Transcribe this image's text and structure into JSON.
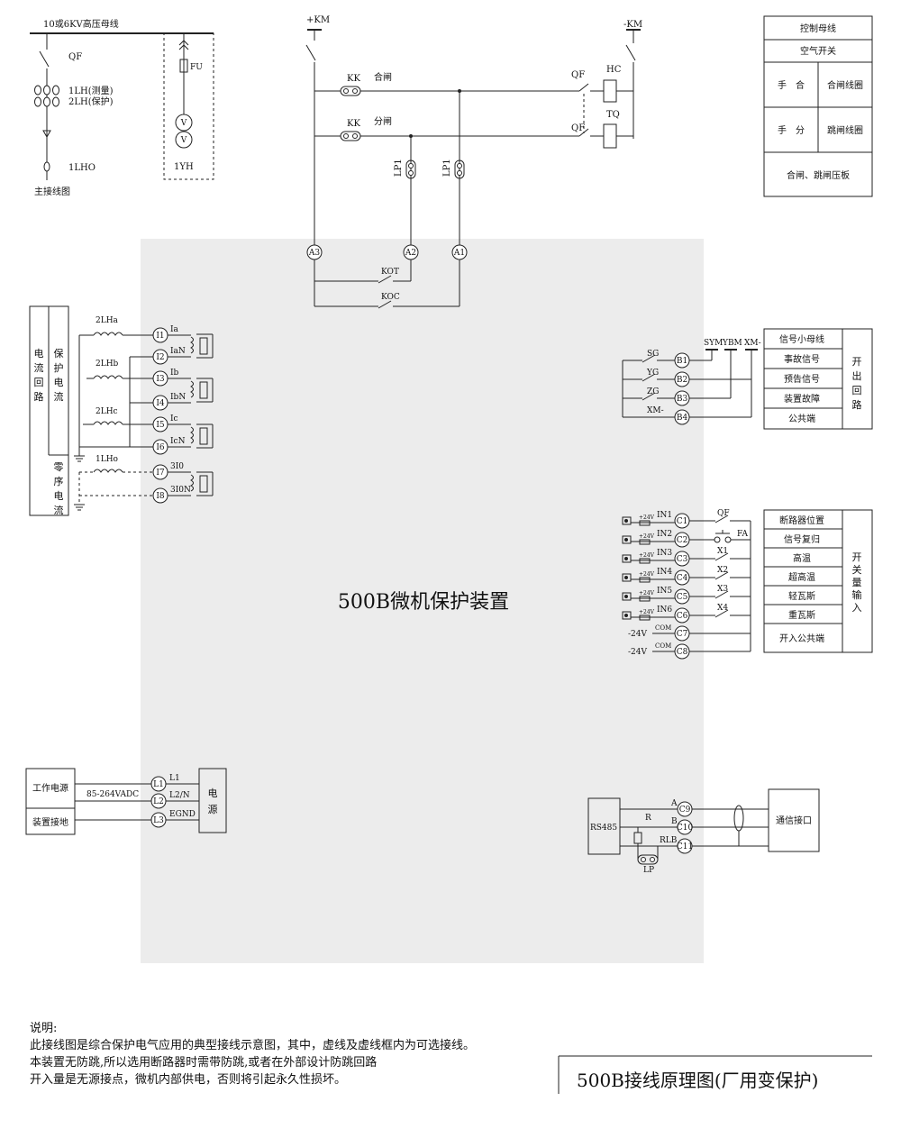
{
  "main_diagram": {
    "busbar": "10或6KV高压母线",
    "qf": "QF",
    "ct1": "1LH(测量)",
    "ct2": "2LH(保护)",
    "lho": "1LHO",
    "fu": "FU",
    "yh": "1YH",
    "v": "V",
    "title": "主接线图"
  },
  "control": {
    "pkm": "+KM",
    "nkm": "-KM",
    "kk": "KK",
    "close": "合闸",
    "open": "分闸",
    "qf": "QF",
    "hc": "HC",
    "tq": "TQ",
    "lp1": "LP1",
    "a3": "A3",
    "a2": "A2",
    "a1": "A1",
    "kot": "KOT",
    "koc": "KOC"
  },
  "control_table": {
    "row1": "控制母线",
    "row2": "空气开关",
    "row3_left": "手　合",
    "row3_right": "合闸线圈",
    "row4_left": "手　分",
    "row4_right": "跳闸线圈",
    "row5": "合闸、跳闸压板"
  },
  "current_box": {
    "col1": "电流回路",
    "col2": "保护电流",
    "col3": "零序电流"
  },
  "current_terminals": {
    "ct_a": "2LHa",
    "ct_b": "2LHb",
    "ct_c": "2LHc",
    "ct_o": "1LHo",
    "nodes": [
      "I1",
      "I2",
      "I3",
      "I4",
      "I5",
      "I6",
      "I7",
      "I8"
    ],
    "labels": [
      "Ia",
      "IaN",
      "Ib",
      "IbN",
      "Ic",
      "IcN",
      "3I0",
      "3I0N"
    ]
  },
  "device_label": "500B微机保护装置",
  "signal": {
    "sym": "SYM",
    "ybm": "YBM",
    "xm": "XM-",
    "contacts": [
      "SG",
      "YG",
      "ZG",
      "XM-"
    ],
    "nodes": [
      "B1",
      "B2",
      "B3",
      "B4"
    ],
    "table": [
      "信号小母线",
      "事故信号",
      "预告信号",
      "装置故障",
      "公共端"
    ],
    "side": "开出回路"
  },
  "inputs": {
    "volt": "+24V",
    "in_labels": [
      "IN1",
      "IN2",
      "IN3",
      "IN4",
      "IN5",
      "IN6"
    ],
    "nodes": [
      "C1",
      "C2",
      "C3",
      "C4",
      "C5",
      "C6",
      "C7",
      "C8"
    ],
    "contacts": [
      "QF",
      "FA",
      "X1",
      "X2",
      "X3",
      "X4"
    ],
    "neg": "-24V",
    "com": "COM",
    "table": [
      "断路器位置",
      "信号复归",
      "高温",
      "超高温",
      "轻瓦斯",
      "重瓦斯",
      "开入公共端"
    ],
    "side": "开关量输入"
  },
  "power": {
    "box1": "工作电源",
    "box2": "装置接地",
    "range": "85-264VADC",
    "nodes": [
      "L1",
      "L2",
      "L3"
    ],
    "labels": [
      "L1",
      "L2/N",
      "EGND"
    ],
    "supply": "电源"
  },
  "comm": {
    "rs485": "RS485",
    "a": "A",
    "b": "B",
    "r": "R",
    "rlb": "RLB",
    "lp": "LP",
    "nodes": [
      "C9",
      "C10",
      "C11"
    ],
    "iface": "通信接口"
  },
  "notes": {
    "heading": "说明:",
    "line1": "此接线图是综合保护电气应用的典型接线示意图，其中，虚线及虚线框内为可选接线。",
    "line2": "本装置无防跳,所以选用断路器时需带防跳,或者在外部设计防跳回路",
    "line3": "开入量是无源接点，微机内部供电，否则将引起永久性损坏。"
  },
  "caption": "500B接线原理图(厂用变保护)"
}
